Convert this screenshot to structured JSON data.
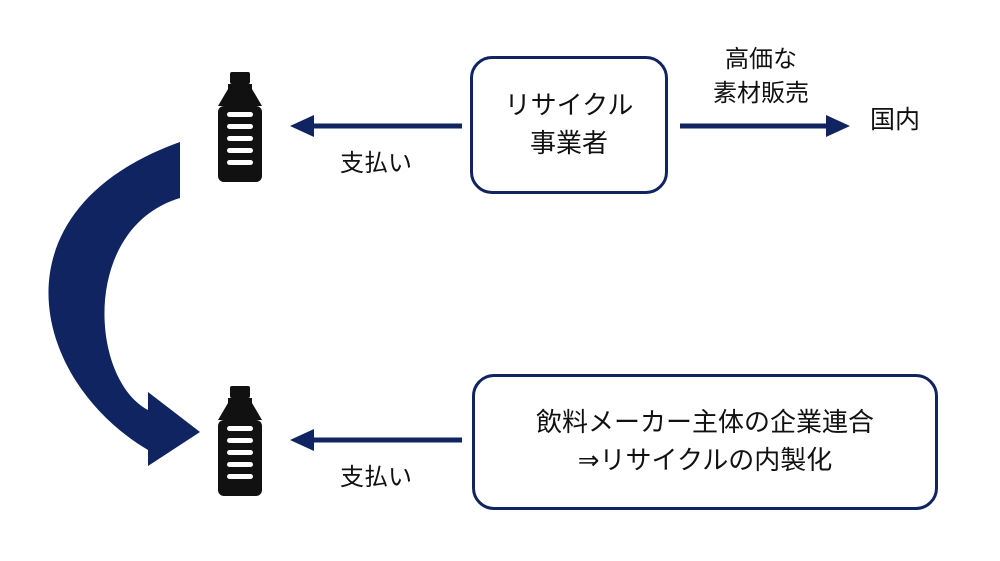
{
  "colors": {
    "navy": "#0f2460",
    "bottle": "#111111",
    "text": "#111111"
  },
  "icons": [
    "bottle-icon",
    "arrow-left-icon",
    "arrow-right-icon",
    "curved-arrow-icon"
  ],
  "recycler_box": {
    "line1": "リサイクル",
    "line2": "事業者"
  },
  "sale_label": {
    "line1": "高価な",
    "line2": "素材販売"
  },
  "domestic_label": "国内",
  "payment_top": "支払い",
  "payment_bottom": "支払い",
  "beverage_box": {
    "line1": "飲料メーカー主体の企業連合",
    "line2": "⇒リサイクルの内製化"
  }
}
